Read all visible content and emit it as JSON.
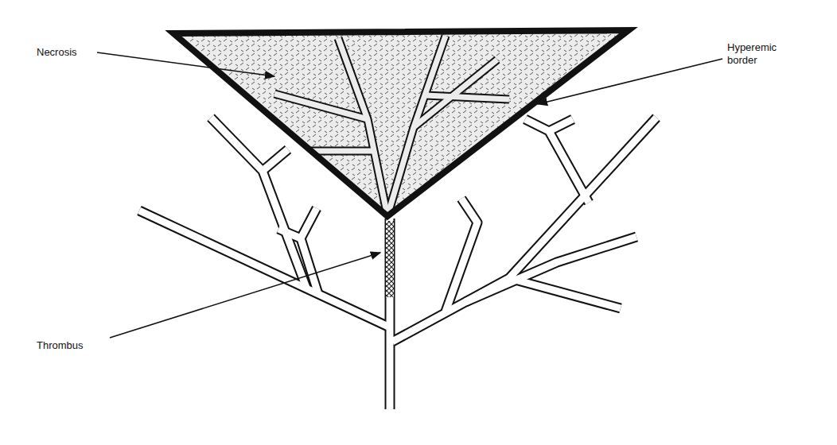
{
  "diagram": {
    "labels": [
      "Necrosis",
      "Hyperemic border",
      "Thrombus"
    ]
  }
}
